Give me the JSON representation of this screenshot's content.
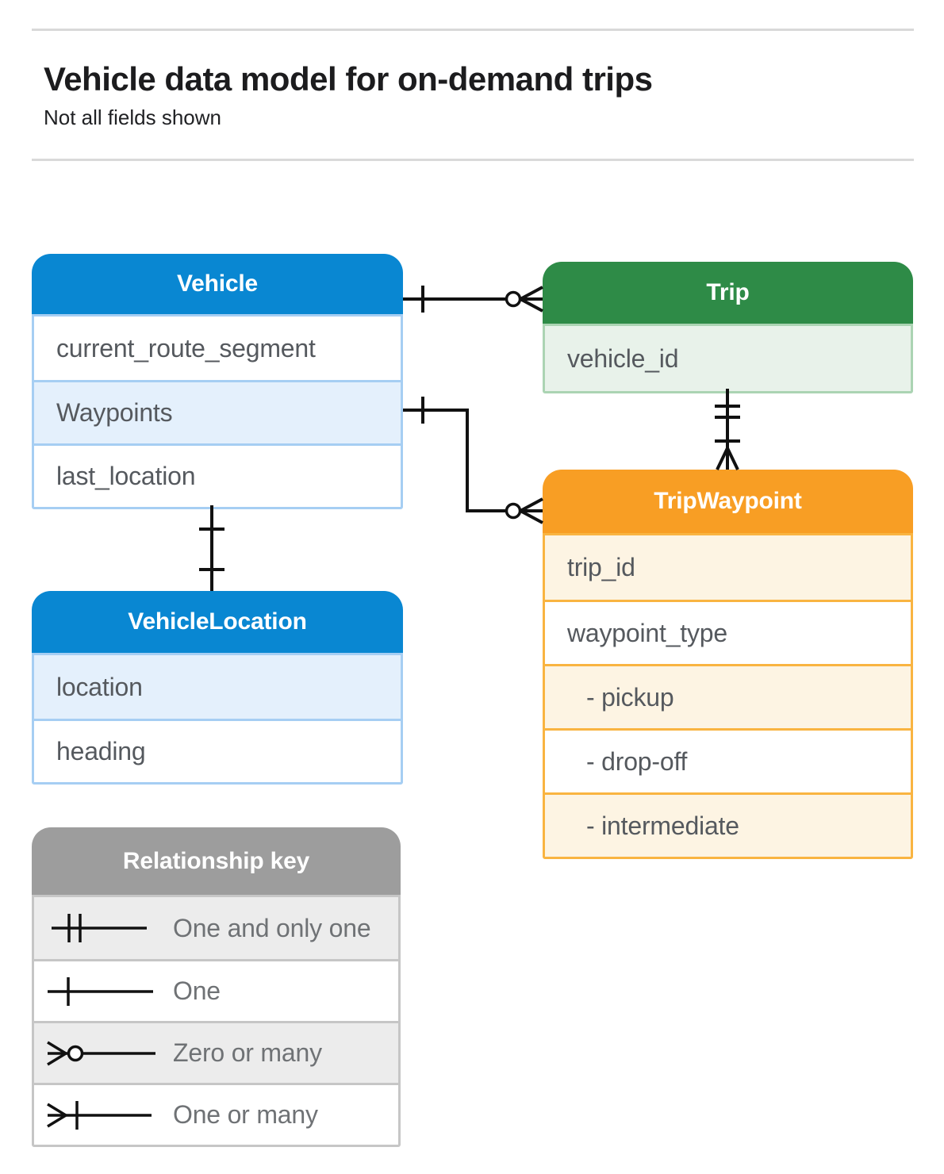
{
  "header": {
    "title": "Vehicle data model for on-demand trips",
    "subtitle": "Not all fields shown"
  },
  "tables": {
    "vehicle": {
      "title": "Vehicle",
      "fields": [
        "current_route_segment",
        "Waypoints",
        "last_location"
      ]
    },
    "trip": {
      "title": "Trip",
      "fields": [
        "vehicle_id"
      ]
    },
    "trip_waypoint": {
      "title": "TripWaypoint",
      "fields": [
        "trip_id",
        "waypoint_type",
        "- pickup",
        "- drop-off",
        "- intermediate"
      ]
    },
    "vehicle_location": {
      "title": "VehicleLocation",
      "fields": [
        "location",
        "heading"
      ]
    }
  },
  "legend": {
    "title": "Relationship key",
    "items": [
      {
        "symbol": "one-and-only-one",
        "label": "One and only one"
      },
      {
        "symbol": "one",
        "label": "One"
      },
      {
        "symbol": "zero-or-many",
        "label": "Zero or many"
      },
      {
        "symbol": "one-or-many",
        "label": "One or many"
      }
    ]
  },
  "relationships": [
    {
      "from": "Vehicle",
      "to": "Trip",
      "from_cardinality": "one",
      "to_cardinality": "zero-or-many"
    },
    {
      "from": "Vehicle.Waypoints",
      "to": "TripWaypoint",
      "from_cardinality": "one",
      "to_cardinality": "zero-or-many"
    },
    {
      "from": "Trip",
      "to": "TripWaypoint",
      "from_cardinality": "one-and-only-one",
      "to_cardinality": "one-or-many"
    },
    {
      "from": "Vehicle",
      "to": "VehicleLocation",
      "from_cardinality": "one",
      "to_cardinality": "one"
    }
  ],
  "colors": {
    "vehicle_header": "#0987d2",
    "vehicle_tint": "#e4f0fc",
    "trip_header": "#2e8b47",
    "trip_tint": "#e8f2ea",
    "trip_waypoint_header": "#f89e24",
    "trip_waypoint_tint": "#fdf4e3",
    "legend_header": "#9d9d9d",
    "legend_tint": "#ececec",
    "connector": "#111111",
    "field_text": "#55595e",
    "title_text": "#1c1c1e"
  }
}
